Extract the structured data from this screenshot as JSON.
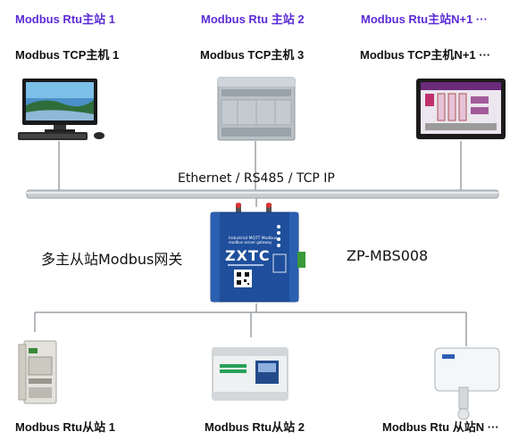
{
  "masters": [
    {
      "rtu_label": "Modbus Rtu主站 1",
      "tcp_label": "Modbus TCP主机 1",
      "device": "desktop-computer"
    },
    {
      "rtu_label": "Modbus Rtu 主站 2",
      "tcp_label": "Modbus TCP主机 3",
      "device": "plc-controller"
    },
    {
      "rtu_label": "Modbus Rtu主站N+1 ···",
      "tcp_label": "Modbus TCP主机N+1 ···",
      "device": "hmi-touchscreen"
    }
  ],
  "bus": {
    "label": "Ethernet / RS485 / TCP IP"
  },
  "gateway": {
    "name": "多主从站Modbus网关",
    "model": "ZP-MBS008",
    "brand": "ZXTC",
    "small_text": "Industrial MQTT Modbus",
    "small_text_2": "modbus server gateway"
  },
  "slaves": [
    {
      "label": "Modbus Rtu从站 1",
      "device": "servo-drive"
    },
    {
      "label": "Modbus Rtu从站 2",
      "device": "plc-module"
    },
    {
      "label": "Modbus Rtu 从站N ···",
      "device": "temperature-humidity-sensor"
    }
  ],
  "colors": {
    "rtu_accent": "#5b2bd6",
    "gateway_body": "#1f4f9c",
    "bus": "#aeb3b8"
  }
}
